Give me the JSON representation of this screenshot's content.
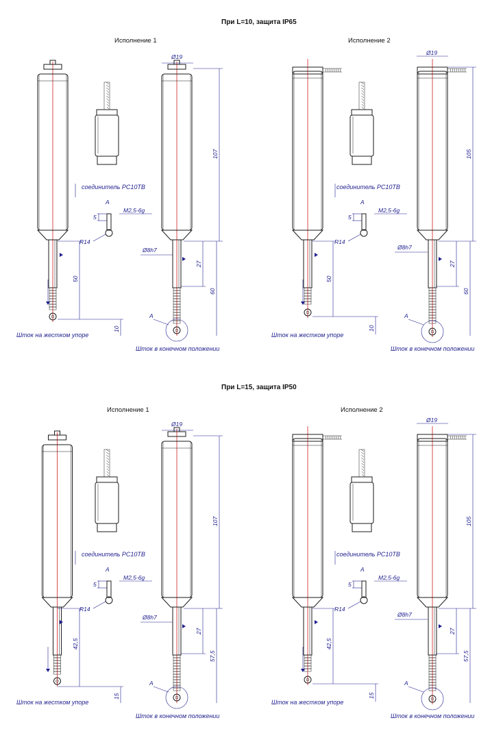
{
  "sections": [
    {
      "title": "При L=10, защита IP65",
      "variants": [
        "Исполнение 1",
        "Исполнение 2"
      ],
      "dim_d19": "Ø19",
      "dim_len_v1": "107",
      "dim_len_v2": "105",
      "dim_rod": "Ø8h7",
      "dim_27": "27",
      "dim_stroke_total": "60",
      "dim_stroke_hard": "50",
      "dim_tip": "10",
      "detail_letter": "A",
      "thread": "M2,5-6g",
      "dim_5": "5",
      "radius": "R14",
      "connector": "соединитель РС10ТВ",
      "label_hard_stop": "Шток на жестком упоре",
      "label_end_pos": "Шток в конечном положении"
    },
    {
      "title": "При L=15, защита IP50",
      "variants": [
        "Исполнение 1",
        "Исполнение 2"
      ],
      "dim_d19": "Ø19",
      "dim_len_v1": "107",
      "dim_len_v2": "105",
      "dim_rod": "Ø8h7",
      "dim_27": "27",
      "dim_stroke_total": "57,5",
      "dim_stroke_hard": "42,5",
      "dim_tip": "15",
      "detail_letter": "A",
      "thread": "M2,5-6g",
      "dim_5": "5",
      "radius": "R14",
      "connector": "соединитель РС10ТВ",
      "label_hard_stop": "Шток на жестком упоре",
      "label_end_pos": "Шток в конечном положении"
    }
  ]
}
